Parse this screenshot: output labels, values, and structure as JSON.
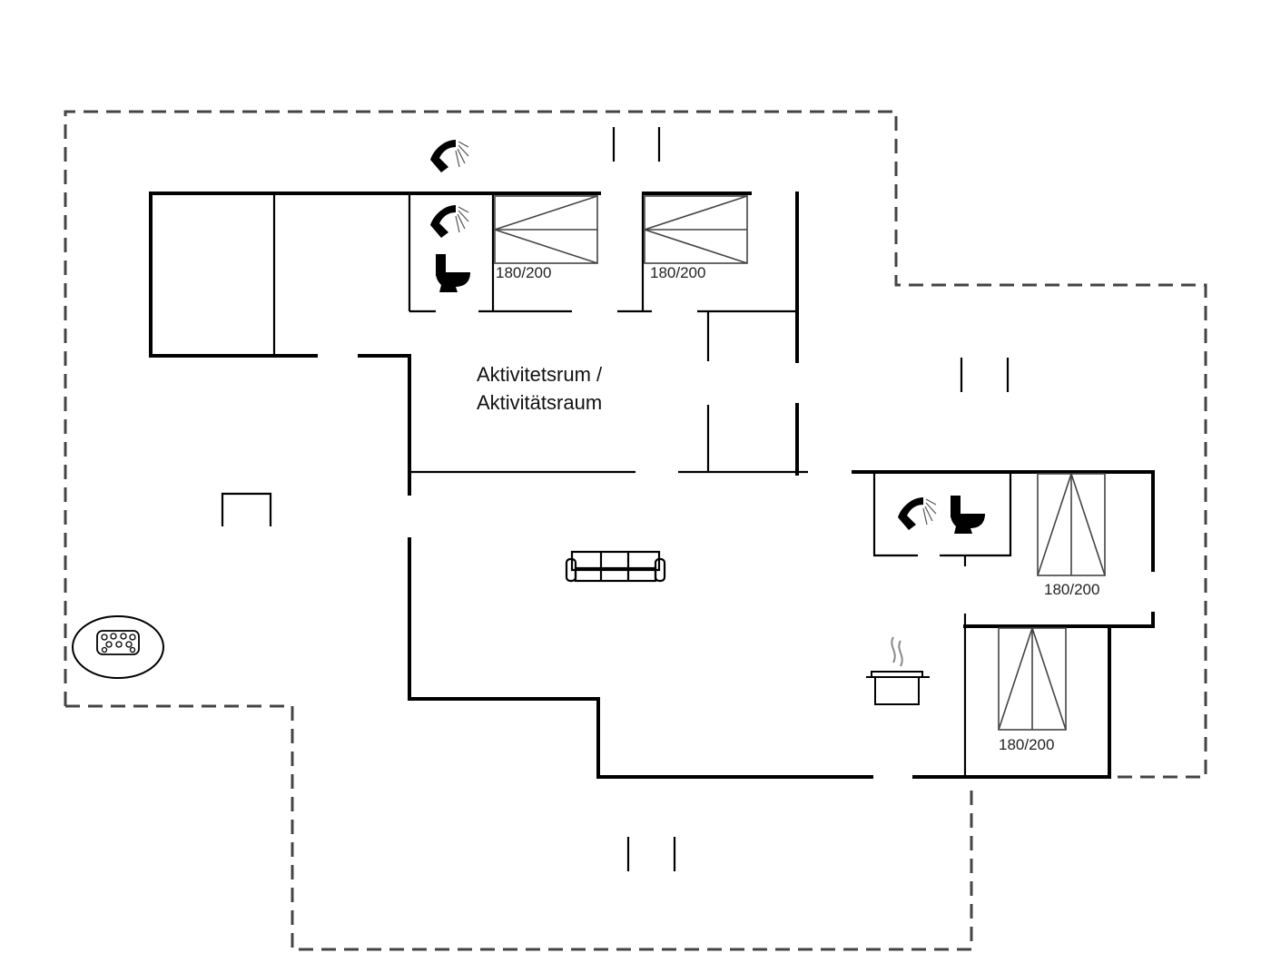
{
  "rooms": {
    "activity_label_line1": "Aktivitetsrum /",
    "activity_label_line2": "Aktivitätsraum"
  },
  "beds": [
    {
      "label": "180/200"
    },
    {
      "label": "180/200"
    },
    {
      "label": "180/200"
    },
    {
      "label": "180/200"
    }
  ],
  "icons": [
    "shower-icon",
    "toilet-icon",
    "sofa-icon",
    "cooking-pot-icon",
    "hot-tub-icon"
  ]
}
